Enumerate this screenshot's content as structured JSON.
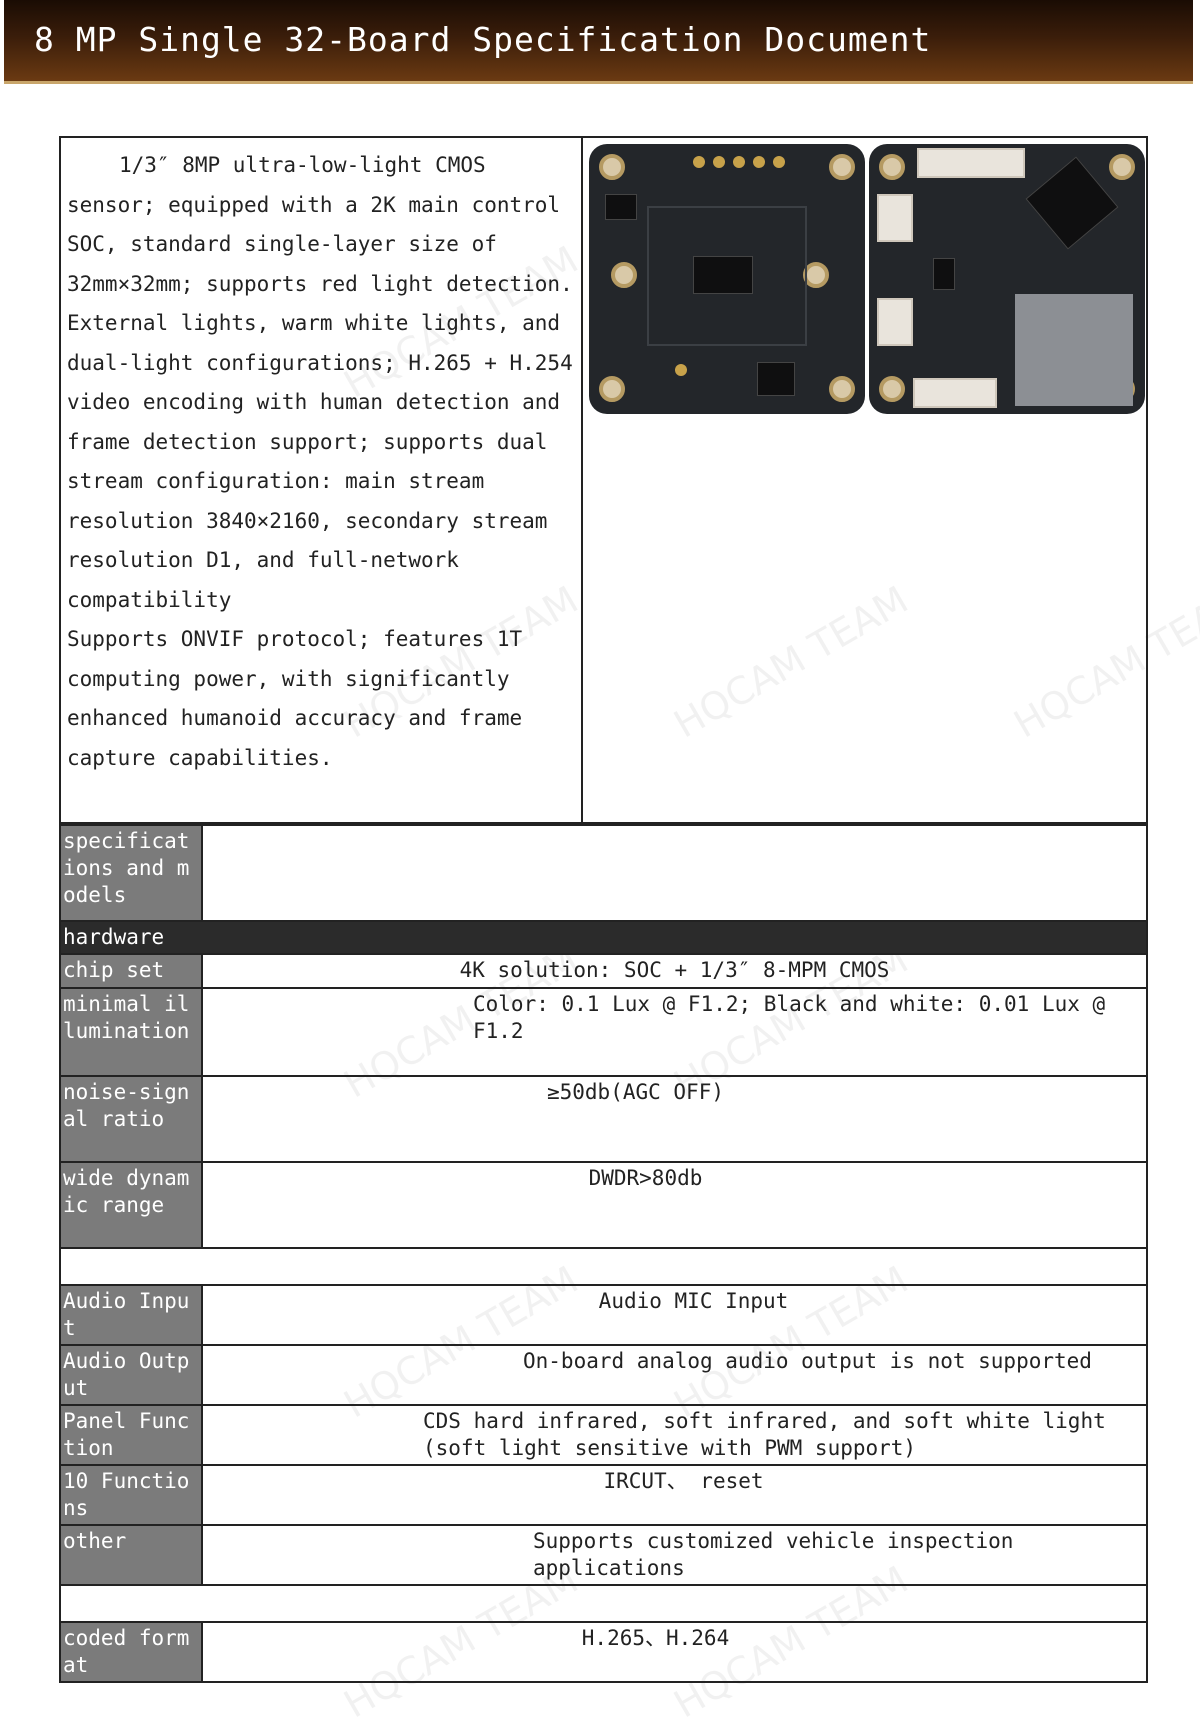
{
  "header": {
    "title": "8 MP Single 32-Board Specification Document"
  },
  "intro": {
    "paragraphs": [
      "1/3″ 8MP ultra-low-light CMOS sensor; equipped with a 2K main control SOC, standard single-layer size of 32mm×32mm; supports red light detection.",
      "External lights, warm white lights, and dual-light configurations; H.265 + H.254 video encoding with human detection and frame detection support; supports dual stream configuration: main stream resolution 3840×2160, secondary stream resolution D1, and full-network compatibility",
      "Supports ONVIF protocol; features 1T computing power, with significantly enhanced humanoid accuracy and frame capture capabilities."
    ]
  },
  "watermark": "HQCAM TEAM",
  "table": {
    "specs_label": "specifications and models",
    "section_hardware": "hardware",
    "rows": [
      {
        "label": "chip set",
        "value": "4K solution: SOC + 1/3″ 8-MPM CMOS"
      },
      {
        "label": "minimal illumination",
        "value": "Color: 0.1 Lux @ F1.2; Black and white: 0.01 Lux @ F1.2"
      },
      {
        "label": "noise-signal ratio",
        "value": "≥50db(AGC OFF)"
      },
      {
        "label": "wide dynamic range",
        "value": "DWDR>80db"
      },
      {
        "label": "Audio Input",
        "value": "Audio MIC Input"
      },
      {
        "label": "Audio Output",
        "value": "On-board analog audio output is not supported"
      },
      {
        "label": "Panel Function",
        "value": "CDS hard infrared, soft infrared, and soft white light (soft light sensitive with PWM support)"
      },
      {
        "label": "10 Functions",
        "value": "IRCUT、 reset"
      },
      {
        "label": "other",
        "value": "Supports customized vehicle inspection applications"
      },
      {
        "label": "coded format",
        "value": "H.265、H.264"
      }
    ]
  }
}
